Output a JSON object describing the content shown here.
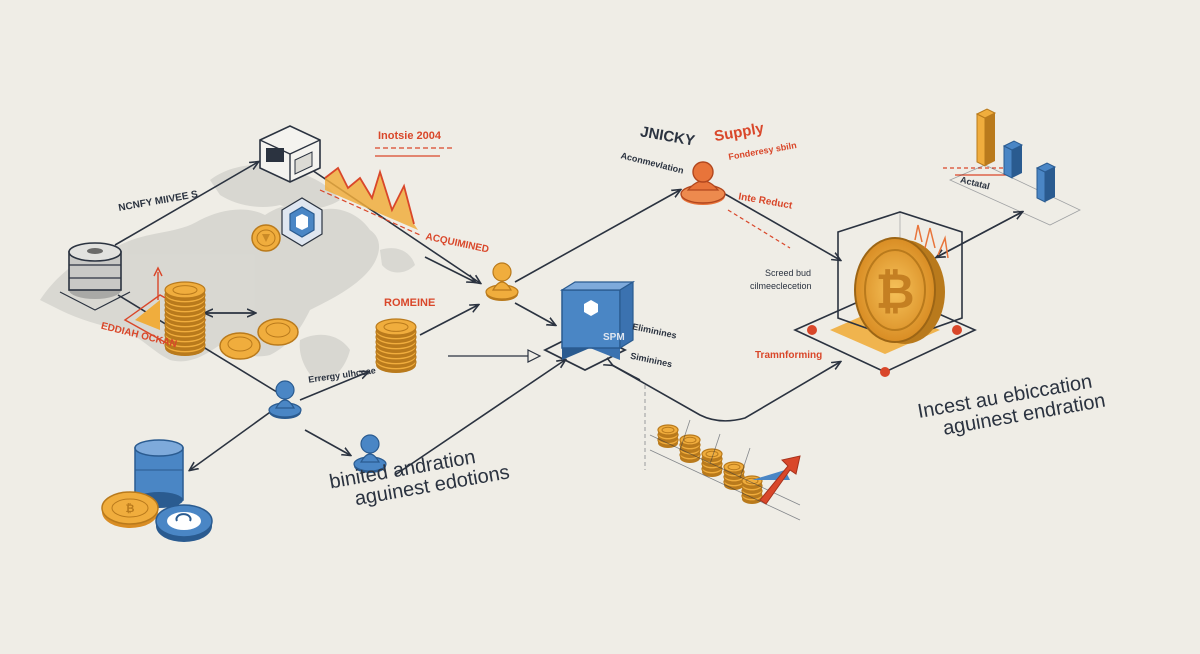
{
  "labels": {
    "insight_year": "Inotsie 2004",
    "money_moves": "NCNFY MIIVEE S",
    "acquired": "ACQUIMINED",
    "romeine": "ROMEINE",
    "edition_ocean": "EDDIAH OCKAN",
    "energy_chase": "Errergy ulhccae",
    "jnicky": "JNICKY",
    "supply": "Supply",
    "accumulation": "Aconmevlation",
    "founders_shift": "Fonderesy sbiln",
    "inte_reduct": "Inte Reduct",
    "eliminates": "Eliminines",
    "summines": "Siminines",
    "second_bid": "Screed bud",
    "circulation": "cilmeeclecetion",
    "transforming": "Tramnforming",
    "actual": "Actatal",
    "spm": "SPM",
    "bottom_left_line1": "binited andration",
    "bottom_left_line2": "aguinest edotions",
    "bottom_right_line1": "Incest au ebiccation",
    "bottom_right_line2": "aguinest endration"
  },
  "colors": {
    "background": "#efede6",
    "dark": "#2b3340",
    "gold": "#f0ad3d",
    "gold_dark": "#b97a1c",
    "blue": "#4a86c5",
    "blue_dark": "#2a5b90",
    "red": "#d9472a",
    "orange": "#e8743a",
    "map": "#d3d2cc"
  },
  "icons": [
    "server-icon",
    "printer-icon",
    "hexagon-token-icon",
    "cube-node-icon",
    "bitcoin-icon",
    "user-node-icon",
    "coin-stack-icon",
    "bar-chart-icon",
    "growth-arrow-icon"
  ]
}
